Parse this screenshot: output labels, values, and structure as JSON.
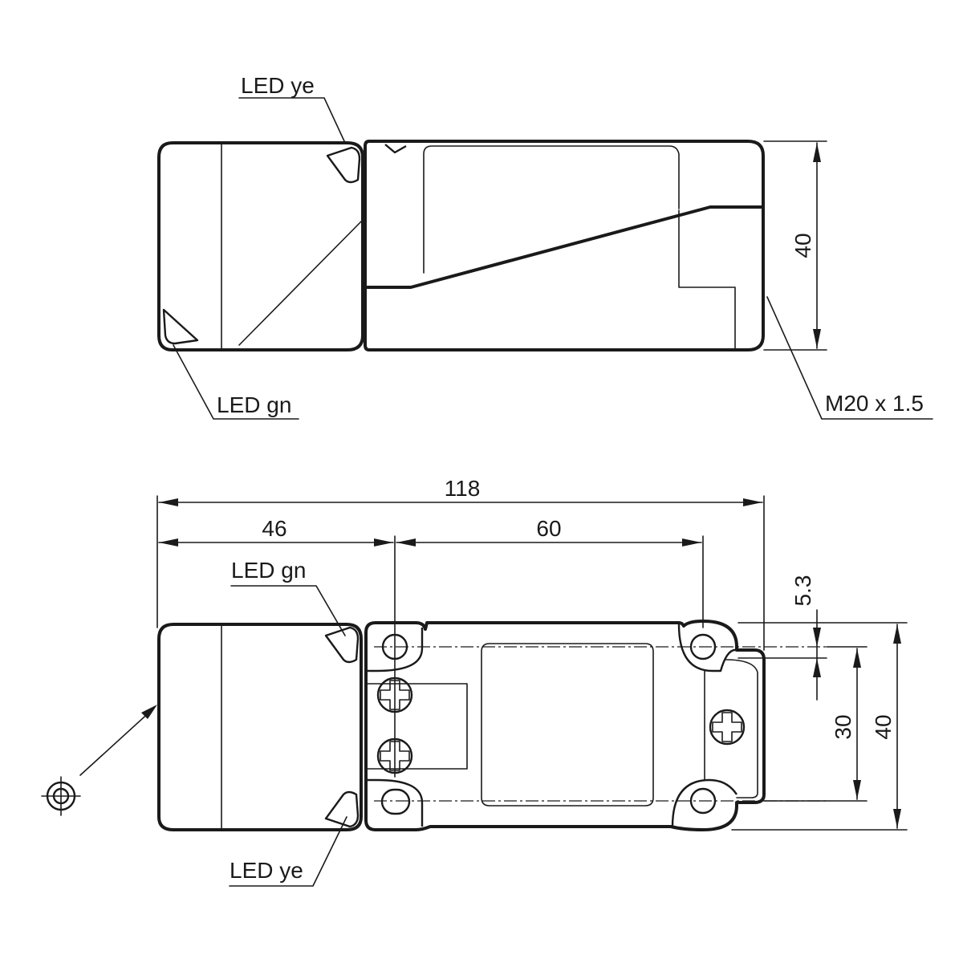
{
  "labels": {
    "led_ye_top": "LED ye",
    "led_gn_top": "LED gn",
    "thread": "M20 x 1.5",
    "led_gn_bottom": "LED gn",
    "led_ye_bottom": "LED ye"
  },
  "dimensions": {
    "total_length": "118",
    "head_length": "46",
    "hole_spacing": "60",
    "height_top": "40",
    "height_side": "40",
    "hole_distance": "30",
    "hole_offset": "5.3"
  },
  "symbols": {
    "sensing_face": "target-symbol"
  }
}
